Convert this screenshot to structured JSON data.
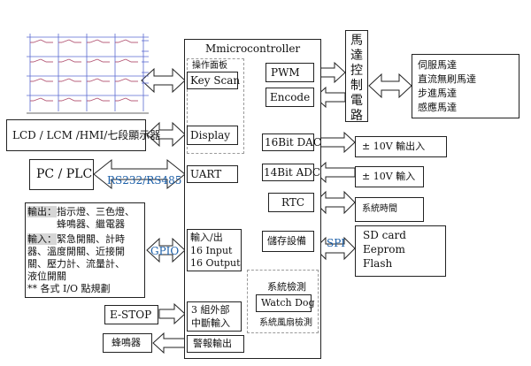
{
  "mcu": {
    "title": "Mmicrocontroller",
    "left_blocks": {
      "panel_group": "操作面板",
      "key_scan": "Key Scan",
      "display": "Display",
      "uart": "UART",
      "io_title": "輸入/出",
      "io_in": "16 Input",
      "io_out": "16 Output",
      "irq_line1": "3 組外部",
      "irq_line2": "中斷輸入",
      "alarm": "警報輸出"
    },
    "right_blocks": {
      "pwm": "PWM",
      "encode": "Encode",
      "dac": "16Bit DAC",
      "adc": "14Bit ADC",
      "rtc": "RTC",
      "storage": "儲存設備",
      "sys_title": "系統檢測",
      "watchdog": "Watch Dog",
      "fan": "系統風扇檢測"
    }
  },
  "external": {
    "display_devices": "LCD / LCM /HMI/七段顯示器",
    "pc_plc": "PC / PLC",
    "rs_label": "RS232/RS485",
    "gpio_label": "GPIO",
    "io_desc": {
      "out_tag": "輸出：",
      "out_line1": "指示燈、三色燈、",
      "out_line2": "蜂鳴器、繼電器",
      "in_tag": "輸入：",
      "in_line1": "緊急開關、計時",
      "in_line2": "器、溫度開關、近接開",
      "in_line3": "關、壓力計、流量計、",
      "in_line4": "液位開關",
      "note": "** 各式 I/O 點規劃"
    },
    "estop": "E-STOP",
    "buzzer": "蜂鳴器",
    "motor_ctrl": "馬達控制電路",
    "motors": [
      "伺服馬達",
      "直流無刷馬達",
      "步進馬達",
      "感應馬達"
    ],
    "dac_out": "± 10V  輸出入",
    "adc_in": "± 10V  輸入",
    "system_time": "系統時間",
    "spi_label": "SPI",
    "storage_items": [
      "SD card",
      "Eeprom",
      "Flash"
    ]
  },
  "colors": {
    "stroke": "#222222",
    "keypad_line": "#b05070",
    "keypad_grid": "#5a6ad0",
    "label_blue": "#1c5fa8",
    "tag_bg": "#d6d6d6"
  }
}
